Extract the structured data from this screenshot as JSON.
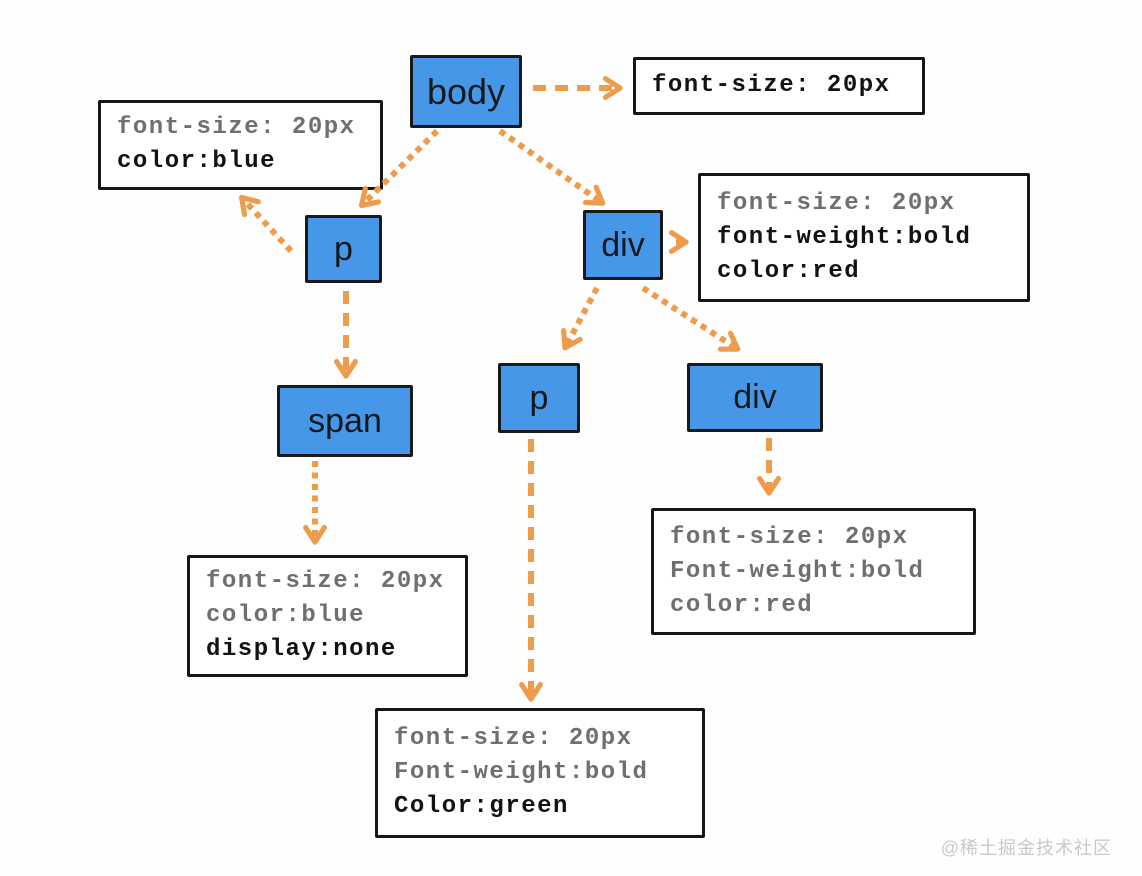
{
  "diagram": {
    "description": "CSS inheritance DOM tree diagram",
    "colors": {
      "node_fill": "#4797E9",
      "node_border": "#1a1a1a",
      "box_border": "#161616",
      "arrow": "#EE9C4B",
      "inherited_text": "#6f6f6f",
      "own_text": "#121212",
      "watermark_text": "#c9c9c9"
    },
    "nodes": {
      "body": {
        "label": "body"
      },
      "p1": {
        "label": "p"
      },
      "div1": {
        "label": "div"
      },
      "span1": {
        "label": "span"
      },
      "p2": {
        "label": "p"
      },
      "div2": {
        "label": "div"
      }
    },
    "style_boxes": {
      "body_props": {
        "lines": [
          {
            "text": "font-size: 20px",
            "kind": "own"
          }
        ]
      },
      "p1_props": {
        "lines": [
          {
            "text": "font-size: 20px",
            "kind": "inherited"
          },
          {
            "text": "color:blue",
            "kind": "own"
          }
        ]
      },
      "div1_props": {
        "lines": [
          {
            "text": "font-size: 20px",
            "kind": "inherited"
          },
          {
            "text": "font-weight:bold",
            "kind": "own"
          },
          {
            "text": "color:red",
            "kind": "own"
          }
        ]
      },
      "span1_props": {
        "lines": [
          {
            "text": "font-size: 20px",
            "kind": "inherited"
          },
          {
            "text": "color:blue",
            "kind": "inherited"
          },
          {
            "text": "display:none",
            "kind": "own"
          }
        ]
      },
      "div2_props": {
        "lines": [
          {
            "text": "font-size: 20px",
            "kind": "inherited"
          },
          {
            "text": "Font-weight:bold",
            "kind": "inherited"
          },
          {
            "text": "color:red",
            "kind": "inherited"
          }
        ]
      },
      "p2_props": {
        "lines": [
          {
            "text": "font-size: 20px",
            "kind": "inherited"
          },
          {
            "text": "Font-weight:bold",
            "kind": "inherited"
          },
          {
            "text": "Color:green",
            "kind": "own"
          }
        ]
      }
    },
    "edges": [
      {
        "from": "body",
        "to": "body_props",
        "style": "dashed"
      },
      {
        "from": "body",
        "to": "p1",
        "style": "dotted"
      },
      {
        "from": "body",
        "to": "div1",
        "style": "dotted"
      },
      {
        "from": "p1",
        "to": "p1_props",
        "style": "dotted"
      },
      {
        "from": "p1",
        "to": "span1",
        "style": "dashed"
      },
      {
        "from": "span1",
        "to": "span1_props",
        "style": "dotted"
      },
      {
        "from": "div1",
        "to": "div1_props",
        "style": "solid"
      },
      {
        "from": "div1",
        "to": "p2",
        "style": "dotted"
      },
      {
        "from": "div1",
        "to": "div2",
        "style": "dotted"
      },
      {
        "from": "p2",
        "to": "p2_props",
        "style": "dashed"
      },
      {
        "from": "div2",
        "to": "div2_props",
        "style": "dashed"
      }
    ],
    "watermark": "@稀土掘金技术社区"
  }
}
